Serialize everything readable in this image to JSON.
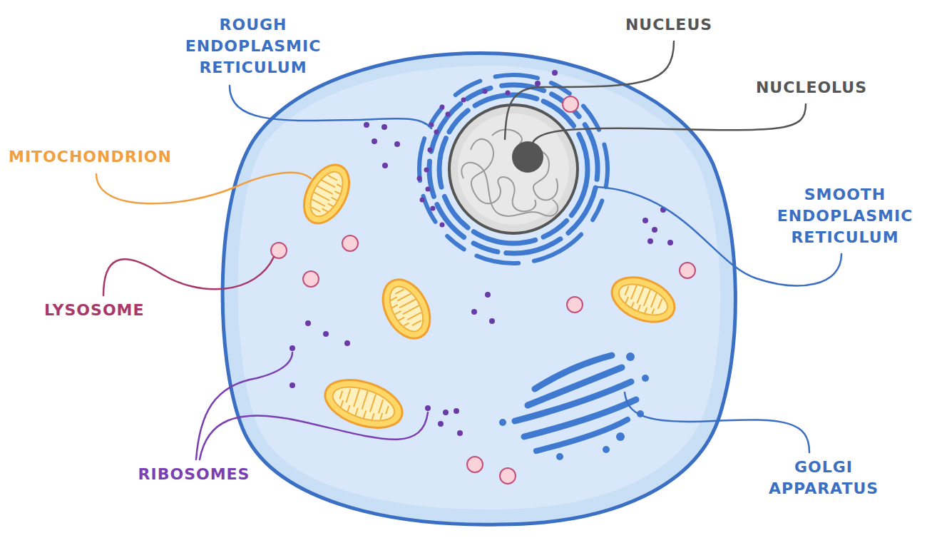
{
  "diagram": {
    "labels": [
      "ROUGH ENDOPLASMIC RETICULUM",
      "NUCLEUS",
      "NUCLEOLUS",
      "MITOCHONDRION",
      "SMOOTH ENDOPLASMIC RETICULUM",
      "LYSOSOME",
      "RIBOSOMES",
      "GOLGI APPARATUS"
    ]
  }
}
